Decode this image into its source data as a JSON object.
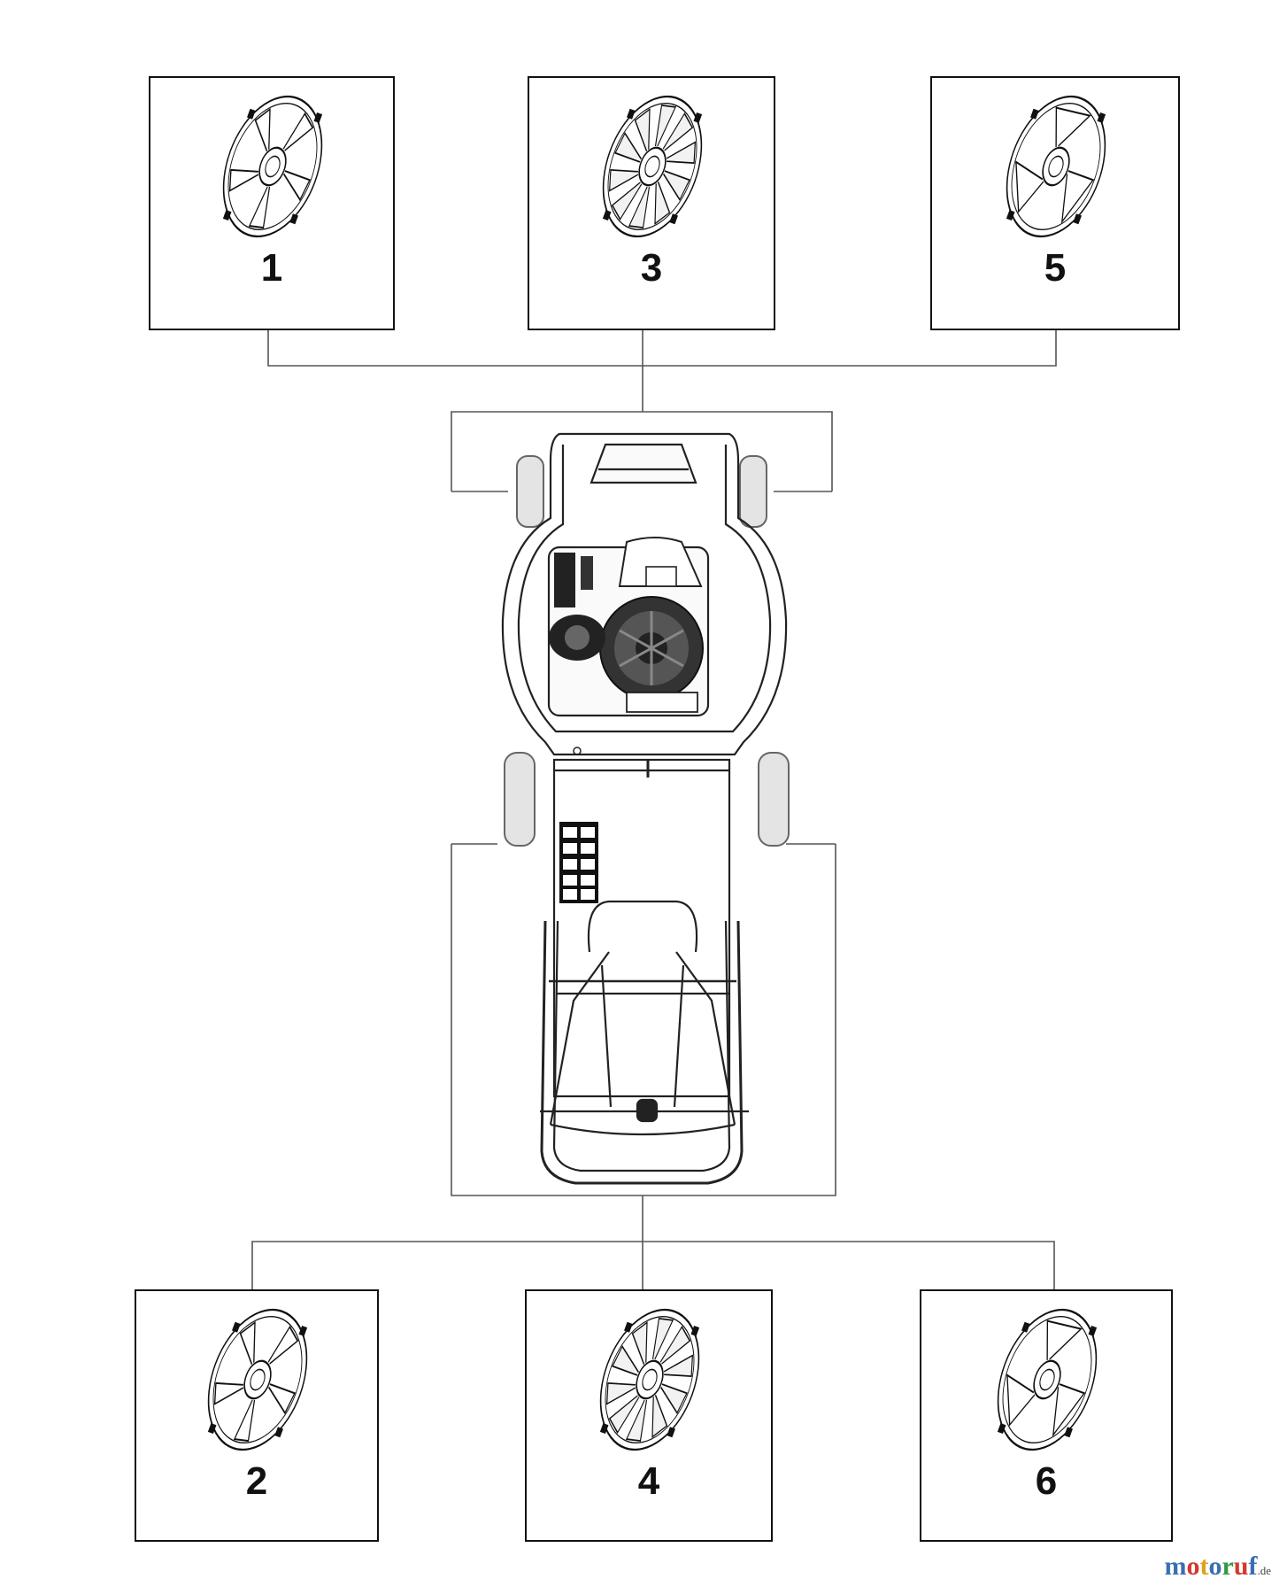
{
  "parts": [
    {
      "number": "1",
      "style": "a"
    },
    {
      "number": "3",
      "style": "b"
    },
    {
      "number": "5",
      "style": "c"
    },
    {
      "number": "2",
      "style": "a"
    },
    {
      "number": "4",
      "style": "b"
    },
    {
      "number": "6",
      "style": "c"
    }
  ],
  "watermark": {
    "letters": [
      "m",
      "o",
      "t",
      "o",
      "r",
      "u",
      "f"
    ],
    "colors": [
      "#3a6fb0",
      "#d13b2f",
      "#e0a020",
      "#3a6fb0",
      "#2f9a45",
      "#d13b2f",
      "#3a6fb0"
    ],
    "suffix": ".de"
  }
}
